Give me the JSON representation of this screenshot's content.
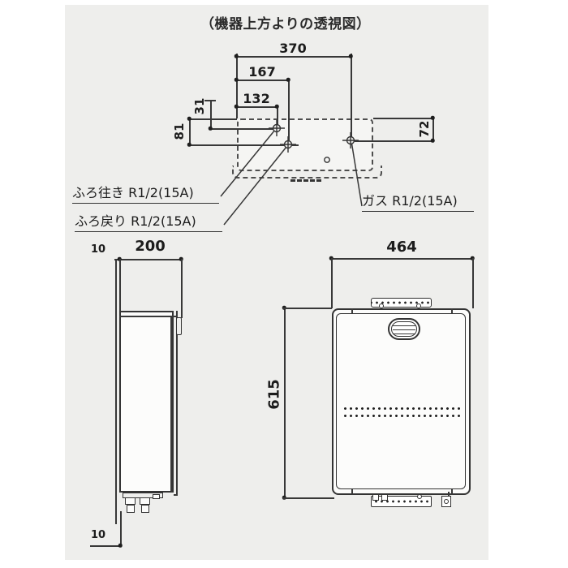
{
  "title": "（機器上方よりの透視図）",
  "top_view": {
    "dim_total_width": "370",
    "dim_mid_width": "167",
    "dim_inner_width": "132",
    "dim_depth_a": "31",
    "dim_depth_b": "81",
    "dim_gas_depth": "72",
    "label_bath_supply": "ふろ往き R1/2(15A)",
    "label_bath_return": "ふろ戻り R1/2(15A)",
    "label_gas": "ガス R1/2(15A)"
  },
  "side_view": {
    "dim_wall_gap_top": "10",
    "dim_depth": "200",
    "dim_wall_gap_bottom": "10"
  },
  "front_view": {
    "dim_width": "464",
    "dim_height": "615"
  },
  "colors": {
    "panel_bg": "#eeeeec",
    "line": "#383838",
    "text": "#1c1c1c"
  }
}
